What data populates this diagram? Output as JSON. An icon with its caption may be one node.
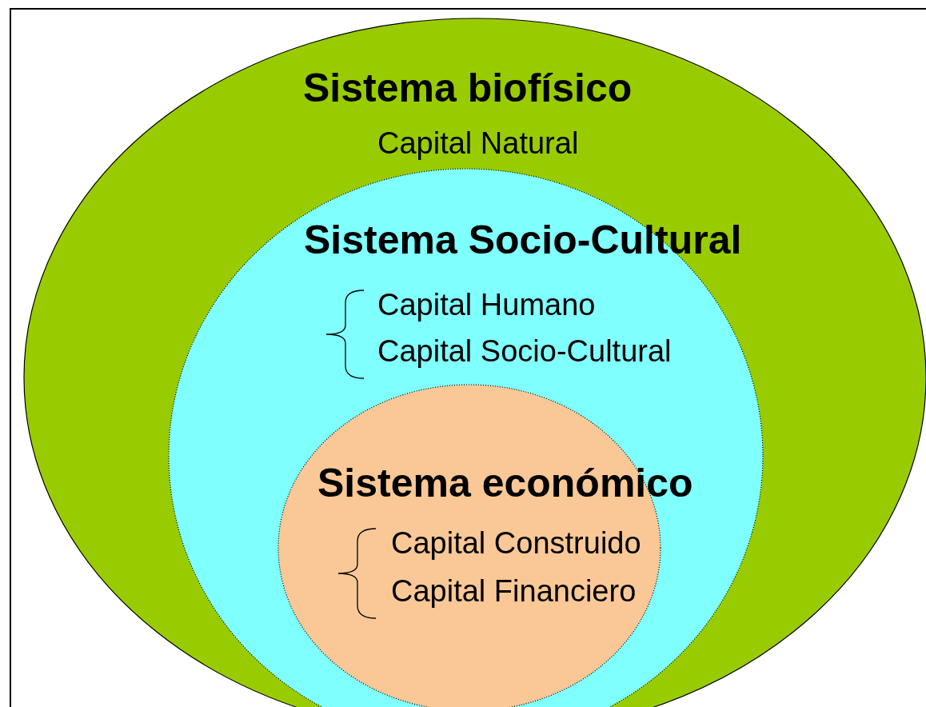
{
  "diagram": {
    "nodes": [
      {
        "text": [
          "Sistema biofísico",
          "Capital Natural"
        ]
      },
      {
        "text": [
          "Sistema Socio-Cultural",
          "Capital Humano",
          "Capital Socio-Cultural"
        ],
        "in": 0
      },
      {
        "text": [
          "Sistema económico",
          "Capital Construido",
          "Capital Financiero"
        ],
        "in": 1
      }
    ]
  }
}
